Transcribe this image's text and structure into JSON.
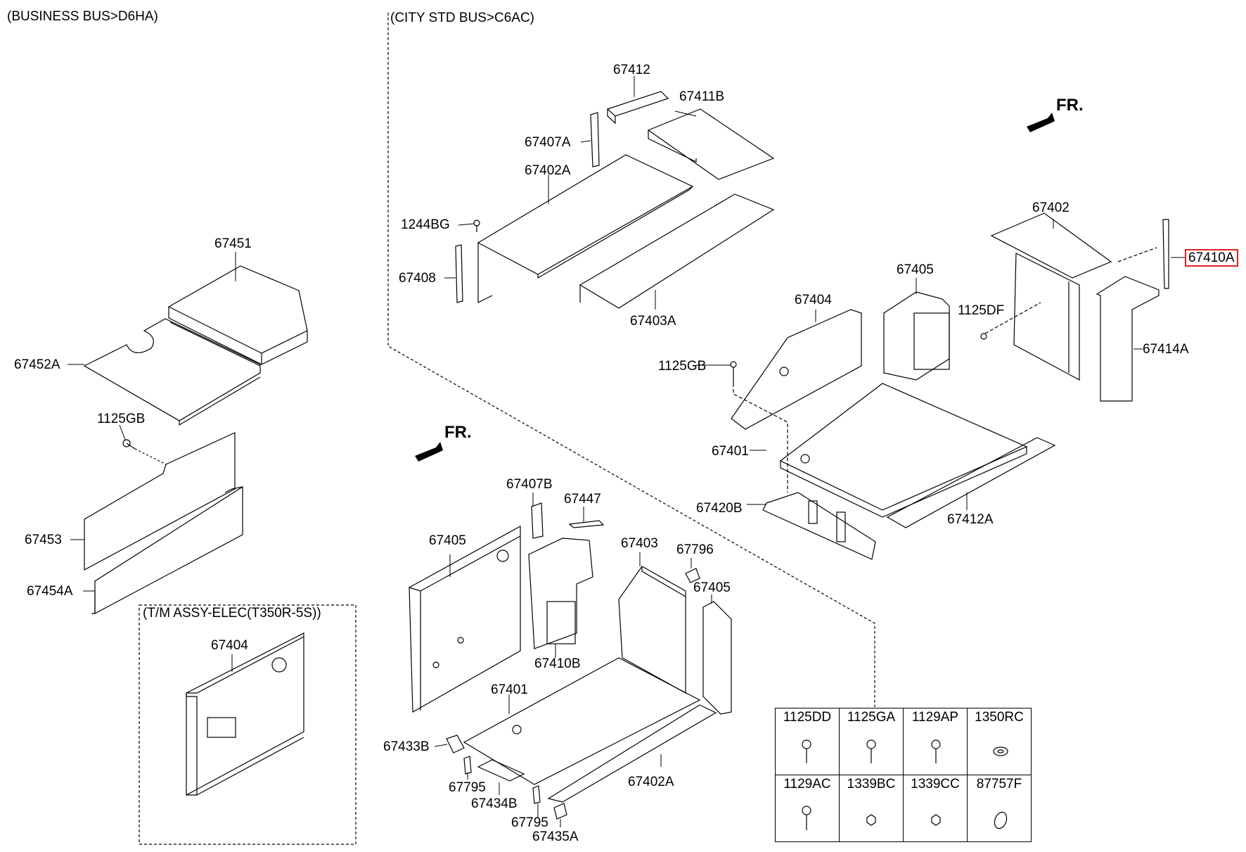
{
  "sections": {
    "business_bus": "(BUSINESS BUS>D6HA)",
    "city_std_bus": "(CITY STD BUS>C6AC)",
    "tm_assy": "(T/M ASSY-ELEC(T350R-5S))"
  },
  "fr_label": "FR.",
  "labels": {
    "l67412_top": "67412",
    "l67411b": "67411B",
    "l67407a": "67407A",
    "l67402a_top": "67402A",
    "l1244bg": "1244BG",
    "l67408": "67408",
    "l67403a": "67403A",
    "l67451": "67451",
    "l67452a": "67452A",
    "l1125gb_left": "1125GB",
    "l67453": "67453",
    "l67454a": "67454A",
    "l67404_tm": "67404",
    "l67402_right": "67402",
    "l67410a": "67410A",
    "l67405_right": "67405",
    "l67404_right": "67404",
    "l1125df": "1125DF",
    "l67414a": "67414A",
    "l1125gb_right": "1125GB",
    "l67401_right": "67401",
    "l67420b": "67420B",
    "l67412a": "67412A",
    "l67407b": "67407B",
    "l67447": "67447",
    "l67405_mid": "67405",
    "l67403": "67403",
    "l67796": "67796",
    "l67405_mid2": "67405",
    "l67410b": "67410B",
    "l67401_mid": "67401",
    "l67433b": "67433B",
    "l67795_a": "67795",
    "l67434b": "67434B",
    "l67795_b": "67795",
    "l67435a": "67435A",
    "l67402a_bottom": "67402A"
  },
  "highlighted_part": "67410A",
  "highlight_color": "#e02020",
  "parts_table": [
    [
      {
        "code": "1125DD",
        "icon": "bolt-icon"
      },
      {
        "code": "1125GA",
        "icon": "bolt-icon"
      },
      {
        "code": "1129AP",
        "icon": "bolt-icon"
      },
      {
        "code": "1350RC",
        "icon": "grommet-icon"
      }
    ],
    [
      {
        "code": "1129AC",
        "icon": "bolt-icon"
      },
      {
        "code": "1339BC",
        "icon": "nut-icon"
      },
      {
        "code": "1339CC",
        "icon": "nut-icon"
      },
      {
        "code": "87757F",
        "icon": "clip-icon"
      }
    ]
  ]
}
